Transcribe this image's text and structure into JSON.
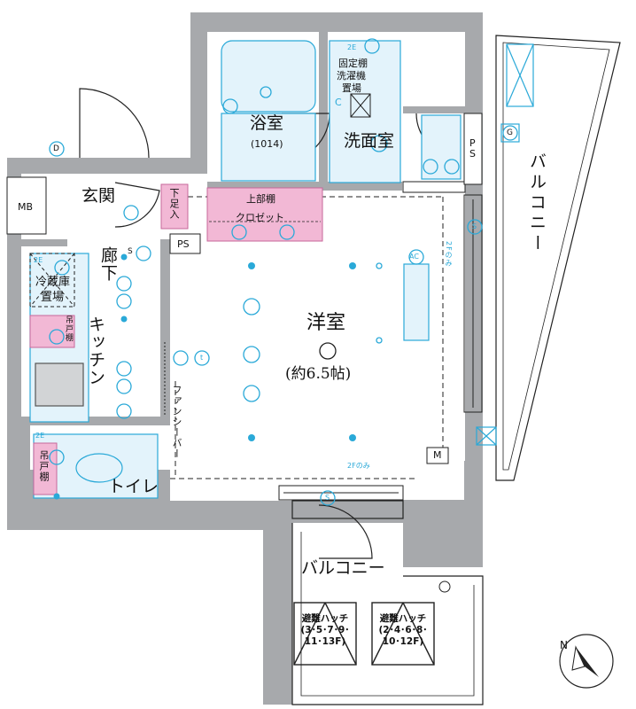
{
  "rooms": {
    "bathroom": "浴室",
    "bathroom_size": "(1014)",
    "washroom": "洗面室",
    "entrance": "玄関",
    "shoe_box": "下足入",
    "hallway": "廊下",
    "kitchen": "キッチン",
    "toilet": "トイレ",
    "western_room": "洋室",
    "western_room_size": "(約6.5帖)",
    "balcony_side": "バルコニー",
    "balcony_bottom": "バルコニー",
    "closet": "クロゼット",
    "upper_shelf": "上部棚",
    "fridge_space_1": "冷蔵庫",
    "fridge_space_2": "置場",
    "hanging_cabinet_kitchen": "吊戸棚",
    "hanging_cabinet_toilet": "吊戸棚",
    "fixed_shelf": "固定棚",
    "washer_space_1": "洗濯機",
    "washer_space_2": "置場",
    "fancy_bar": "ファンシーバー"
  },
  "equipment": {
    "mb": "MB",
    "ps_hall": "PS",
    "ps_wash_1": "P",
    "ps_wash_2": "S",
    "m_box": "M",
    "ac": "AC",
    "g": "G",
    "d": "D",
    "c": "C",
    "s_hall": "S",
    "s_room": "S",
    "s_bottom": "S",
    "t": "t",
    "e_wash": "2E",
    "e_kitchen": "2E",
    "e_toilet": "2E",
    "two_f_only_right": "2Fのみ",
    "two_f_only_bottom": "2Fのみ"
  },
  "hatches": [
    {
      "title": "避難ハッチ",
      "line1": "(3･5･7･9･",
      "line2": "11･13F)"
    },
    {
      "title": "避難ハッチ",
      "line1": "(2･4･6･8･",
      "line2": "10･12F)"
    }
  ],
  "compass": "N",
  "colors": {
    "wall": "#a7a9ac",
    "fixture_fill": "#e3f3fb",
    "fixture_line": "#2aa9d8",
    "pink": "#f2b8d5",
    "line": "#222222"
  }
}
